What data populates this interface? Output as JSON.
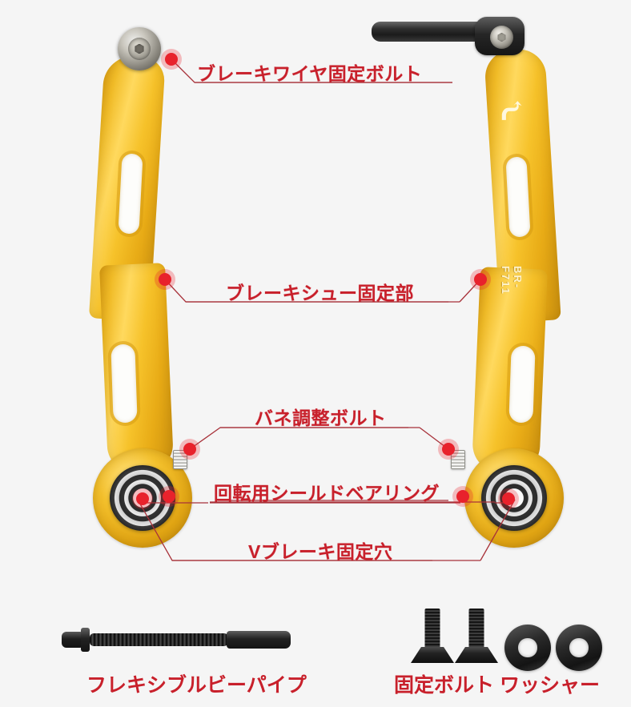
{
  "product": {
    "brand_code": "BR-F711",
    "logo_name": "p-logo"
  },
  "colors": {
    "annotation_red": "#c8202b",
    "marker_red": "#e8222c",
    "arm_gold": "#f0bb27",
    "background": "#f5f5f5",
    "black_part": "#1b1b1b"
  },
  "annotations": [
    {
      "id": "brake-wire-fixing-bolt",
      "label": "ブレーキワイヤ固定ボルト"
    },
    {
      "id": "brake-shoe-mount",
      "label": "ブレーキシュー固定部"
    },
    {
      "id": "spring-adjust-bolt",
      "label": "バネ調整ボルト"
    },
    {
      "id": "sealed-bearing",
      "label": "回転用シールドベアリング"
    },
    {
      "id": "v-brake-mount-hole",
      "label": "Vブレーキ固定穴"
    }
  ],
  "parts": [
    {
      "id": "flexible-noodle-pipe",
      "label": "フレキシブルビーパイプ"
    },
    {
      "id": "fixing-bolt",
      "label": "固定ボルト"
    },
    {
      "id": "washer",
      "label": "ワッシャー"
    }
  ]
}
